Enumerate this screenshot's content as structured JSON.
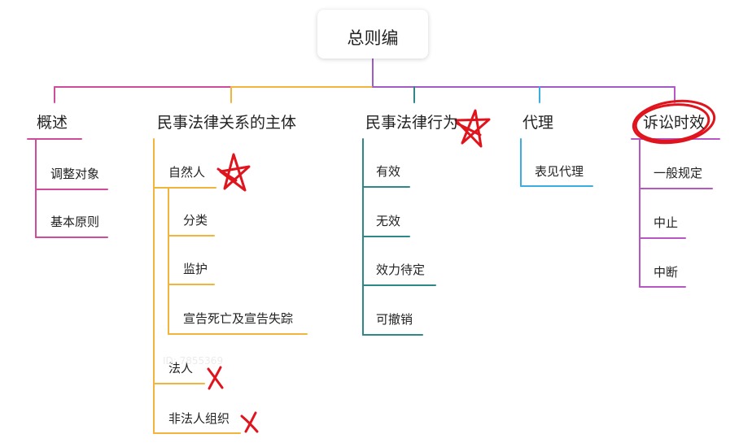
{
  "root": {
    "title": "总则编"
  },
  "colors": {
    "root_line": "#a35bc6",
    "cat1": "#d04a9d",
    "cat2": "#f2b43a",
    "cat3": "#2e8789",
    "cat4": "#3aaee3",
    "cat5": "#b657c3",
    "annotation": "#e0141c"
  },
  "categories": [
    {
      "label": "概述",
      "children": [
        "调整对象",
        "基本原则"
      ]
    },
    {
      "label": "民事法律关系的主体",
      "children": [
        {
          "label": "自然人",
          "children": [
            "分类",
            "监护",
            "宣告死亡及宣告失踪"
          ]
        },
        {
          "label": "法人"
        },
        {
          "label": "非法人组织"
        }
      ]
    },
    {
      "label": "民事法律行为",
      "children": [
        "有效",
        "无效",
        "效力待定",
        "可撤销"
      ]
    },
    {
      "label": "代理",
      "children": [
        "表见代理"
      ]
    },
    {
      "label": "诉讼时效",
      "children": [
        "一般规定",
        "中止",
        "中断"
      ]
    }
  ],
  "annotations": [
    {
      "type": "star",
      "target": "自然人"
    },
    {
      "type": "star",
      "target": "民事法律行为"
    },
    {
      "type": "cross",
      "target": "法人"
    },
    {
      "type": "cross",
      "target": "非法人组织"
    },
    {
      "type": "circle",
      "target": "诉讼时效"
    }
  ],
  "watermark": "ID: 7855369"
}
